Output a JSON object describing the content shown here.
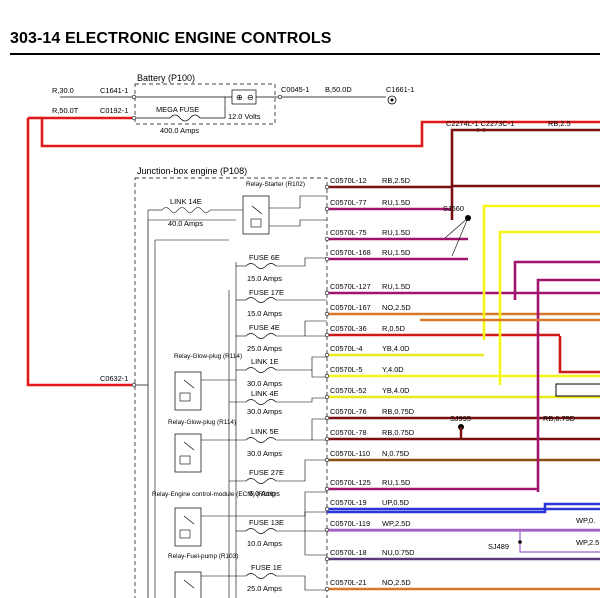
{
  "page": {
    "title": "303-14 ELECTRONIC ENGINE CONTROLS"
  },
  "battery": {
    "name": "Battery (P100)",
    "fuse": "MEGA FUSE",
    "fuse_rating": "400.0 Amps",
    "voltage": "12.0 Volts"
  },
  "junction_box": {
    "name": "Junction-box engine (P108)"
  },
  "connectors": {
    "c1641": "C1641-1",
    "c0192": "C0192-1",
    "c0045": "C0045-1",
    "c1661": "C1661-1",
    "c2274_c2273": "C2274L-1  C2273C-1",
    "c0632": "C0632-1"
  },
  "wires": {
    "r30": "R,30.0",
    "r50t": "R,50.0T",
    "b50d": "B,50.0D",
    "rb25_top": "RB,2.5",
    "rb075d": "RB,0.75D"
  },
  "splices": {
    "sj560": "SJ560",
    "sj995": "SJ995",
    "sj489": "SJ489"
  },
  "components": {
    "link14e": "LINK 14E",
    "link14e_rating": "40.0 Amps",
    "relay_starter": "Relay-Starter (R102)",
    "fuse6e": "FUSE 6E",
    "fuse6e_rating": "15.0 Amps",
    "fuse17e": "FUSE 17E",
    "fuse17e_rating": "15.0 Amps",
    "fuse4e": "FUSE 4E",
    "fuse4e_rating": "25.0 Amps",
    "relay_glow_1": "Relay-Glow-plug (R114)",
    "link1e": "LINK 1E",
    "link1e_rating": "30.0 Amps",
    "link4e": "LINK 4E",
    "link4e_rating": "30.0 Amps",
    "relay_glow_2": "Relay-Glow-plug (R114)",
    "link5e": "LINK 5E",
    "link5e_rating": "30.0 Amps",
    "fuse27e": "FUSE 27E",
    "fuse27e_rating": "5.0 Amps",
    "relay_ecm": "Relay-Engine control-module (ECM) (R116)",
    "fuse13e": "FUSE 13E",
    "fuse13e_rating": "10.0 Amps",
    "relay_fuel": "Relay-Fuel-pump (R103)",
    "fuse1e": "FUSE 1E",
    "fuse1e_rating": "25.0 Amps"
  },
  "circuits": [
    {
      "pin": "C0570L-12",
      "wire": "RB,2.5D",
      "color": "#7a1010"
    },
    {
      "pin": "C0570L-77",
      "wire": "RU,1.5D",
      "color": "#a0146e"
    },
    {
      "pin": "C0570L-75",
      "wire": "RU,1.5D",
      "color": "#a0146e"
    },
    {
      "pin": "C0570L-168",
      "wire": "RU,1.5D",
      "color": "#a0146e"
    },
    {
      "pin": "C0570L-127",
      "wire": "RU,1.5D",
      "color": "#a0146e"
    },
    {
      "pin": "C0570L-167",
      "wire": "NO,2.5D",
      "color": "#d8782a"
    },
    {
      "pin": "C0570L-36",
      "wire": "R,0.5D",
      "color": "#d01818"
    },
    {
      "pin": "C0570L-4",
      "wire": "YB,4.0D",
      "color": "#e8e81a"
    },
    {
      "pin": "C0570L-5",
      "wire": "Y,4.0D",
      "color": "#f5f516"
    },
    {
      "pin": "C0570L-52",
      "wire": "YB,4.0D",
      "color": "#e8e81a"
    },
    {
      "pin": "C0570L-76",
      "wire": "RB,0.75D",
      "color": "#7a1010"
    },
    {
      "pin": "C0570L-78",
      "wire": "RB,0.75D",
      "color": "#7a1010"
    },
    {
      "pin": "C0570L-110",
      "wire": "N,0.75D",
      "color": "#8a4f12"
    },
    {
      "pin": "C0570L-125",
      "wire": "RU,1.5D",
      "color": "#a0146e"
    },
    {
      "pin": "C0570L-19",
      "wire": "UP,0.5D",
      "color": "#2a36d8"
    },
    {
      "pin": "C0570L-119",
      "wire": "WP,2.5D",
      "color": "#a060c8"
    },
    {
      "pin": "C0570L-18",
      "wire": "NU,0.75D",
      "color": "#5a3a7a"
    },
    {
      "pin": "C0570L-21",
      "wire": "NO,2.5D",
      "color": "#d8782a"
    }
  ],
  "right_labels": {
    "wp1": "WP,0.",
    "wp2": "WP,2.5"
  }
}
